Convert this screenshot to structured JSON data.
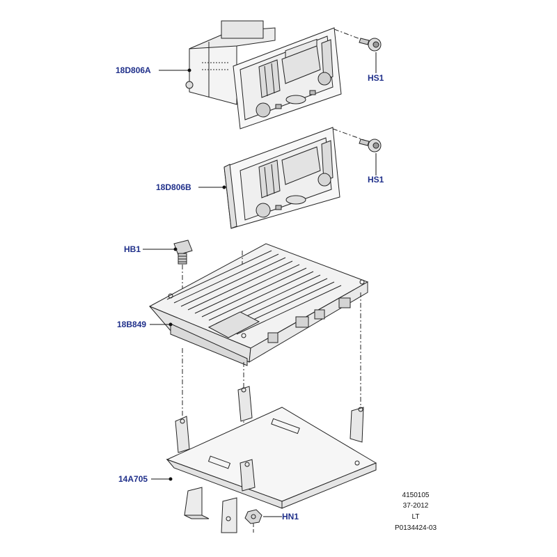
{
  "callouts": {
    "head_unit_a": "18D806A",
    "screw_a": "HS1",
    "head_unit_b": "18D806B",
    "screw_b": "HS1",
    "bolt": "HB1",
    "amplifier": "18B849",
    "bracket": "14A705",
    "nut": "HN1"
  },
  "reference": {
    "line1": "4150105",
    "line2": "37-2012",
    "line3": "LT",
    "line4": "P0134424-03"
  },
  "colors": {
    "callout_text": "#1f2f8a",
    "line_art": "#222222",
    "panel_bg": "#ffffff",
    "page_bg": "#ffffff"
  }
}
